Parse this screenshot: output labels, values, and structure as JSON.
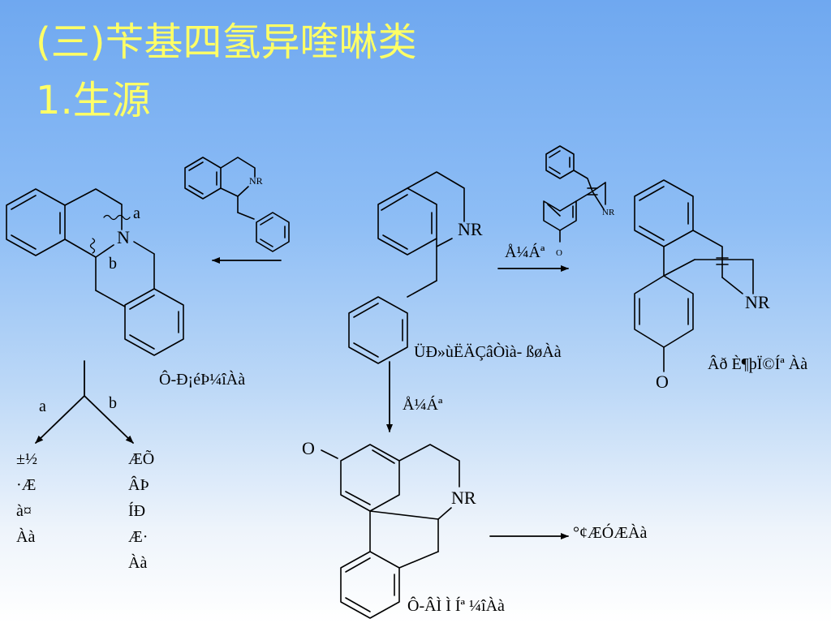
{
  "slide": {
    "title_line1": "(三)苄基四氢异喹啉类",
    "title_line2": "1.生源"
  },
  "labels": {
    "nr": "NR",
    "n": "N",
    "o": "O",
    "bond_a": "a",
    "bond_b": "b",
    "branch_a": "a",
    "branch_b": "b",
    "protoberberine_caption": "Ô-Ð¡éÞ¼îÀà",
    "benzylisoquinoline_caption": "ÜÐ»ùËÄÇâÒìà- ßøÀà",
    "coupling_top": "Å¼Áª",
    "coupling_down": "Å¼Áª",
    "morphinan_caption": "Âð È¶þÏ©Íª  Àà",
    "proaporphine_caption": "Ô-ÂÌ Ì Íª ¼îÀà",
    "aporphine_caption": "°¢ÆÓÆÀà",
    "branch_a_lines": [
      "±½",
      "·Æ",
      "à¤",
      "Àà"
    ],
    "branch_b_lines": [
      "ÆÕ",
      "ÂÞ",
      "ÍÐ",
      "Æ·",
      "Àà"
    ]
  }
}
